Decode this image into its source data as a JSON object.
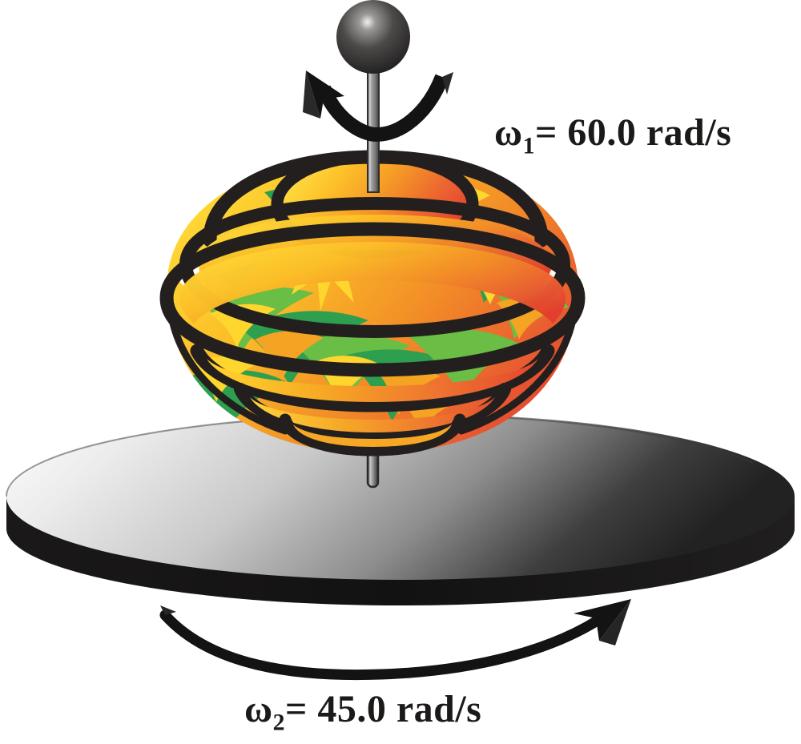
{
  "figure": {
    "type": "physics-diagram",
    "subject": "spinning top on a rotating turntable",
    "background_color": "#ffffff"
  },
  "labels": {
    "omega1": {
      "symbol": "ω",
      "subscript": "1",
      "equals": "=",
      "value": "60.0",
      "units": "rad/s",
      "full_text": "ω₁= 60.0 rad/s",
      "color": "#1c1a19",
      "describes": "spin rate of the top about its own axis"
    },
    "omega2": {
      "symbol": "ω",
      "subscript": "2",
      "equals": "=",
      "value": "45.0",
      "units": "rad/s",
      "full_text": "ω₂= 45.0 rad/s",
      "color": "#1c1a19",
      "describes": "rotation rate of the turntable platform"
    }
  },
  "objects": {
    "knob": {
      "name": "knob-sphere",
      "color_light": "#6d6b6a",
      "color_dark": "#1f1e1e"
    },
    "shaft": {
      "name": "vertical-shaft",
      "color_light": "#d2d2d2",
      "color_mid": "#8f8f8f",
      "color_dark": "#4a4a4a"
    },
    "top": {
      "name": "spinning-top-body",
      "outline_color": "#231f1e",
      "palette": {
        "yellow": "#FFD62E",
        "orange": "#F5A323",
        "orange_deep": "#EE7B2B",
        "red_orange": "#E8452F",
        "green_dark": "#2E9E4F",
        "green_light": "#6ABE45"
      },
      "tiers": 5
    },
    "platform": {
      "name": "turntable-platform",
      "top_gradient_from": "#fdfdfd",
      "top_gradient_to": "#2a2a2a",
      "rim_color": "#1a1818"
    },
    "arrow_top": {
      "name": "spin-arrow-top",
      "color": "#141313",
      "direction": "counterclockwise"
    },
    "arrow_bottom": {
      "name": "rotation-arrow-platform",
      "color": "#141313",
      "direction": "counterclockwise-to-right"
    }
  }
}
